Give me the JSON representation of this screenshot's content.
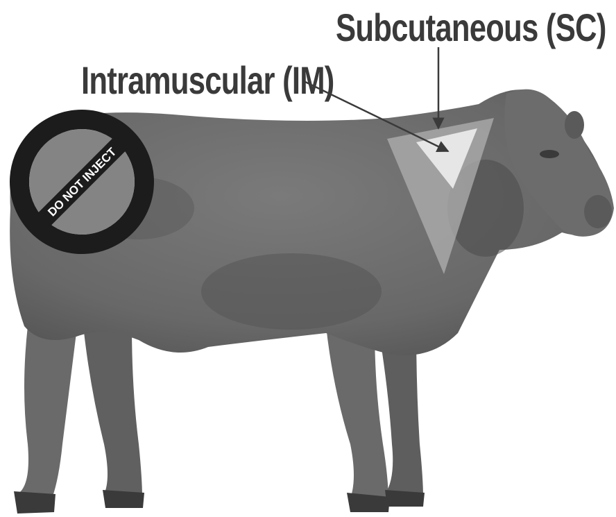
{
  "labels": {
    "subcutaneous": "Subcutaneous (SC)",
    "intramuscular": "Intramuscular (IM)",
    "do_not_inject": "DO NOT INJECT"
  },
  "colors": {
    "text": "#3a3a3a",
    "animal_body": "#707070",
    "animal_dark": "#4e4e4e",
    "triangle_outer": "#a8a8a8",
    "triangle_inner": "#e6e6e6",
    "sign_ring": "#1c1c1c"
  },
  "icons": {
    "prohibition": "prohibition-sign-icon"
  }
}
